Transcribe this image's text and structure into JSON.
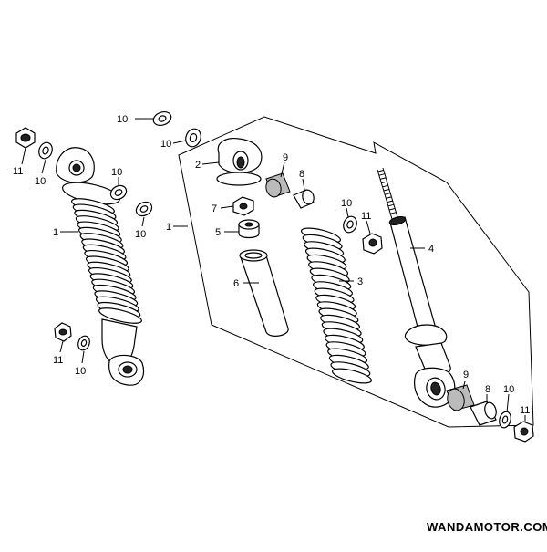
{
  "labels": {
    "l_10_a": "10",
    "l_10_b": "10",
    "l_11_a": "11",
    "l_10_c": "10",
    "l_10_d": "10",
    "l_10_e": "10",
    "l_1_a": "1",
    "l_11_b": "11",
    "l_10_f": "10",
    "l_1_b": "1",
    "l_2": "2",
    "l_9_a": "9",
    "l_8_a": "8",
    "l_7": "7",
    "l_5": "5",
    "l_6": "6",
    "l_3": "3",
    "l_10_g": "10",
    "l_11_c": "11",
    "l_4": "4",
    "l_9_b": "9",
    "l_8_b": "8",
    "l_10_h": "10",
    "l_11_d": "11"
  },
  "watermark": "WANDAMOTOR.COM"
}
